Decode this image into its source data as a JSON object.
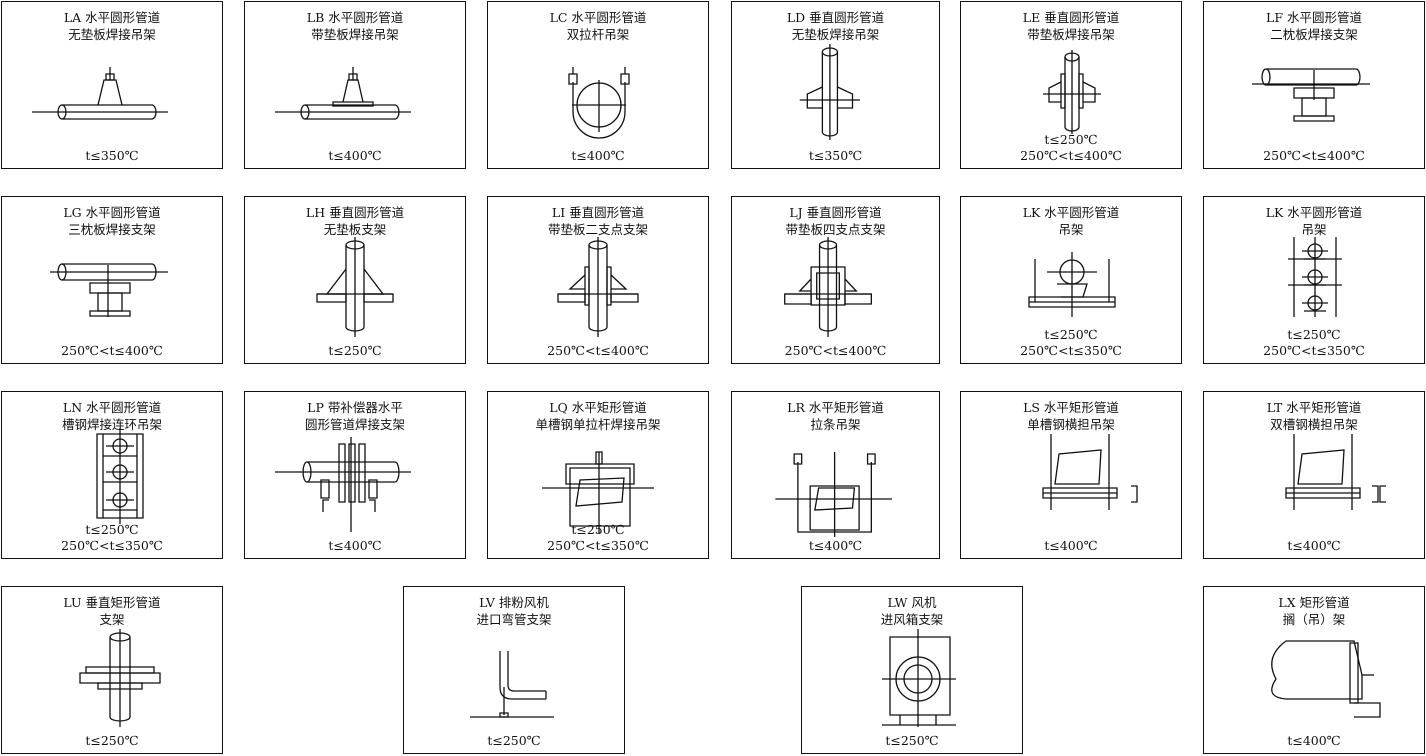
{
  "items": [
    {
      "code": "LA",
      "title": "LA 水平圆形管道",
      "subtitle": "无垫板焊接吊架",
      "temps": [
        "t≤350℃"
      ],
      "icon": "horizontal-pipe-welded-hanger-icon"
    },
    {
      "code": "LB",
      "title": "LB 水平圆形管道",
      "subtitle": "带垫板焊接吊架",
      "temps": [
        "t≤400℃"
      ],
      "icon": "horizontal-pipe-pad-hanger-icon"
    },
    {
      "code": "LC",
      "title": "LC 水平圆形管道",
      "subtitle": "双拉杆吊架",
      "temps": [
        "t≤400℃"
      ],
      "icon": "double-rod-hanger-icon"
    },
    {
      "code": "LD",
      "title": "LD 垂直圆形管道",
      "subtitle": "无垫板焊接吊架",
      "temps": [
        "t≤350℃"
      ],
      "icon": "vertical-pipe-hanger-icon"
    },
    {
      "code": "LE",
      "title": "LE 垂直圆形管道",
      "subtitle": "带垫板焊接吊架",
      "temps": [
        "t≤250℃",
        "250℃<t≤400℃"
      ],
      "icon": "vertical-pipe-pad-hanger-icon"
    },
    {
      "code": "LF",
      "title": "LF 水平圆形管道",
      "subtitle": "二枕板焊接支架",
      "temps": [
        "250℃<t≤400℃"
      ],
      "icon": "two-pillow-support-icon"
    },
    {
      "code": "LG",
      "title": "LG 水平圆形管道",
      "subtitle": "三枕板焊接支架",
      "temps": [
        "250℃<t≤400℃"
      ],
      "icon": "three-pillow-support-icon"
    },
    {
      "code": "LH",
      "title": "LH 垂直圆形管道",
      "subtitle": "无垫板支架",
      "temps": [
        "t≤250℃"
      ],
      "icon": "vertical-pipe-support-icon"
    },
    {
      "code": "LI",
      "title": "LI 垂直圆形管道",
      "subtitle": "带垫板二支点支架",
      "temps": [
        "250℃<t≤400℃"
      ],
      "icon": "two-point-support-icon"
    },
    {
      "code": "LJ",
      "title": "LJ 垂直圆形管道",
      "subtitle": "带垫板四支点支架",
      "temps": [
        "250℃<t≤400℃"
      ],
      "icon": "four-point-support-icon"
    },
    {
      "code": "LK",
      "title": "LK 水平圆形管道",
      "subtitle": "吊架",
      "temps": [
        "t≤250℃",
        "250℃<t≤350℃"
      ],
      "icon": "beam-hanger-icon"
    },
    {
      "code": "LK",
      "title": "LK 水平圆形管道",
      "subtitle": "吊架",
      "temps": [
        "t≤250℃",
        "250℃<t≤350℃"
      ],
      "icon": "multi-tier-hanger-icon"
    },
    {
      "code": "LN",
      "title": "LN 水平圆形管道",
      "subtitle": "槽钢焊接连环吊架",
      "temps": [
        "t≤250℃",
        "250℃<t≤350℃"
      ],
      "icon": "channel-chain-hanger-icon"
    },
    {
      "code": "LP",
      "title": "LP 带补偿器水平",
      "subtitle": "圆形管道焊接支架",
      "temps": [
        "t≤400℃"
      ],
      "icon": "compensator-support-icon"
    },
    {
      "code": "LQ",
      "title": "LQ 水平矩形管道",
      "subtitle": "单槽钢单拉杆焊接吊架",
      "temps": [
        "t≤250℃",
        "250℃<t≤350℃"
      ],
      "icon": "rect-duct-single-rod-icon"
    },
    {
      "code": "LR",
      "title": "LR 水平矩形管道",
      "subtitle": "拉条吊架",
      "temps": [
        "t≤400℃"
      ],
      "icon": "rect-duct-strap-hanger-icon"
    },
    {
      "code": "LS",
      "title": "LS 水平矩形管道",
      "subtitle": "单槽钢横担吊架",
      "temps": [
        "t≤400℃"
      ],
      "icon": "single-channel-crossarm-icon"
    },
    {
      "code": "LT",
      "title": "LT 水平矩形管道",
      "subtitle": "双槽钢横担吊架",
      "temps": [
        "t≤400℃"
      ],
      "icon": "double-channel-crossarm-icon"
    },
    {
      "code": "LU",
      "title": "LU 垂直矩形管道",
      "subtitle": "支架",
      "temps": [
        "t≤250℃"
      ],
      "icon": "vertical-rect-duct-support-icon"
    },
    {
      "code": "LV",
      "title": "LV 排粉风机",
      "subtitle": "进口弯管支架",
      "temps": [
        "t≤250℃"
      ],
      "icon": "fan-inlet-elbow-support-icon"
    },
    {
      "code": "LW",
      "title": "LW 风机",
      "subtitle": "进风箱支架",
      "temps": [
        "t≤250℃"
      ],
      "icon": "fan-inlet-box-support-icon"
    },
    {
      "code": "LX",
      "title": "LX 矩形管道",
      "subtitle": "搁（吊）架",
      "temps": [
        "t≤400℃"
      ],
      "icon": "rect-duct-bracket-icon"
    }
  ]
}
